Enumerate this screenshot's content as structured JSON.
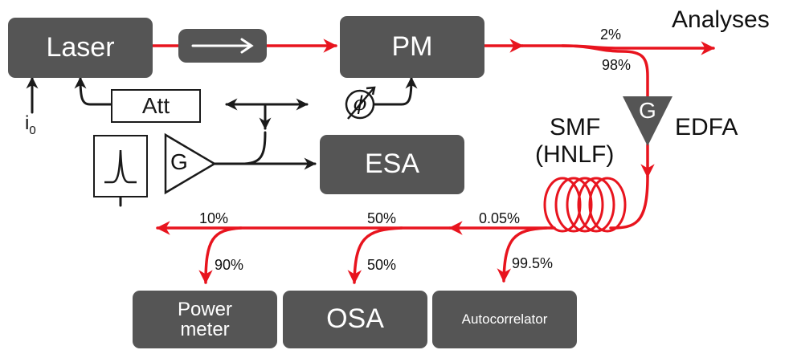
{
  "boxes": {
    "laser": "Laser",
    "pm": "PM",
    "esa": "ESA",
    "power_meter": "Power meter",
    "osa": "OSA",
    "autocorrelator": "Autocorrelator"
  },
  "components": {
    "attenuator": "Att",
    "amplifier_gain": "G",
    "edfa_gain": "G",
    "phase_shifter_symbol": "ϕ"
  },
  "labels": {
    "analyses": "Analyses",
    "edfa": "EDFA",
    "smf": "SMF",
    "hnlf": "(HNLF)",
    "current_symbol": "i",
    "current_subscript": "0",
    "tap_out": "2%",
    "tap_through": "98%",
    "coupler_a_branch": "0.05%",
    "coupler_a_through": "99.5%",
    "coupler_b_top": "50%",
    "coupler_b_bottom": "50%",
    "coupler_c_top": "10%",
    "coupler_c_bottom": "90%"
  },
  "colors": {
    "optical_path": "#e8141e",
    "electrical_path": "#1a1a1a",
    "box_fill": "#555555"
  }
}
